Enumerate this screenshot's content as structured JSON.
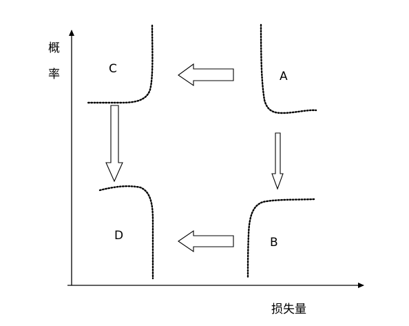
{
  "axes": {
    "y_label": "概率",
    "x_label": "损失量"
  },
  "regions": {
    "a": "A",
    "b": "B",
    "c": "C",
    "d": "D"
  },
  "colors": {
    "ink": "#000000",
    "paper": "#ffffff"
  }
}
